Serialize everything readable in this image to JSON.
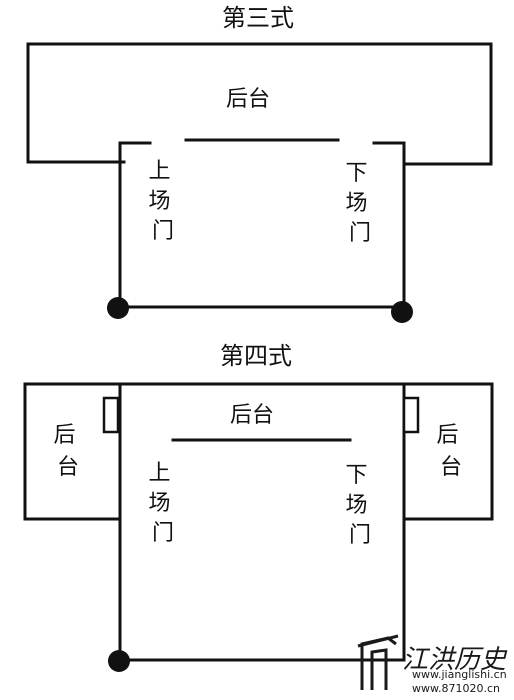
{
  "diagram1": {
    "title": "第三式",
    "backstage": "后台",
    "left_door": "上场门",
    "right_door": "下场门"
  },
  "diagram2": {
    "title": "第四式",
    "backstage_top": "后台",
    "backstage_left": "后台",
    "backstage_right": "后台",
    "left_door": "上场门",
    "right_door": "下场门"
  },
  "watermark": {
    "main": "江洪历史",
    "url": "www.871020.cn",
    "subtext": "www.jianglishi.cn"
  }
}
